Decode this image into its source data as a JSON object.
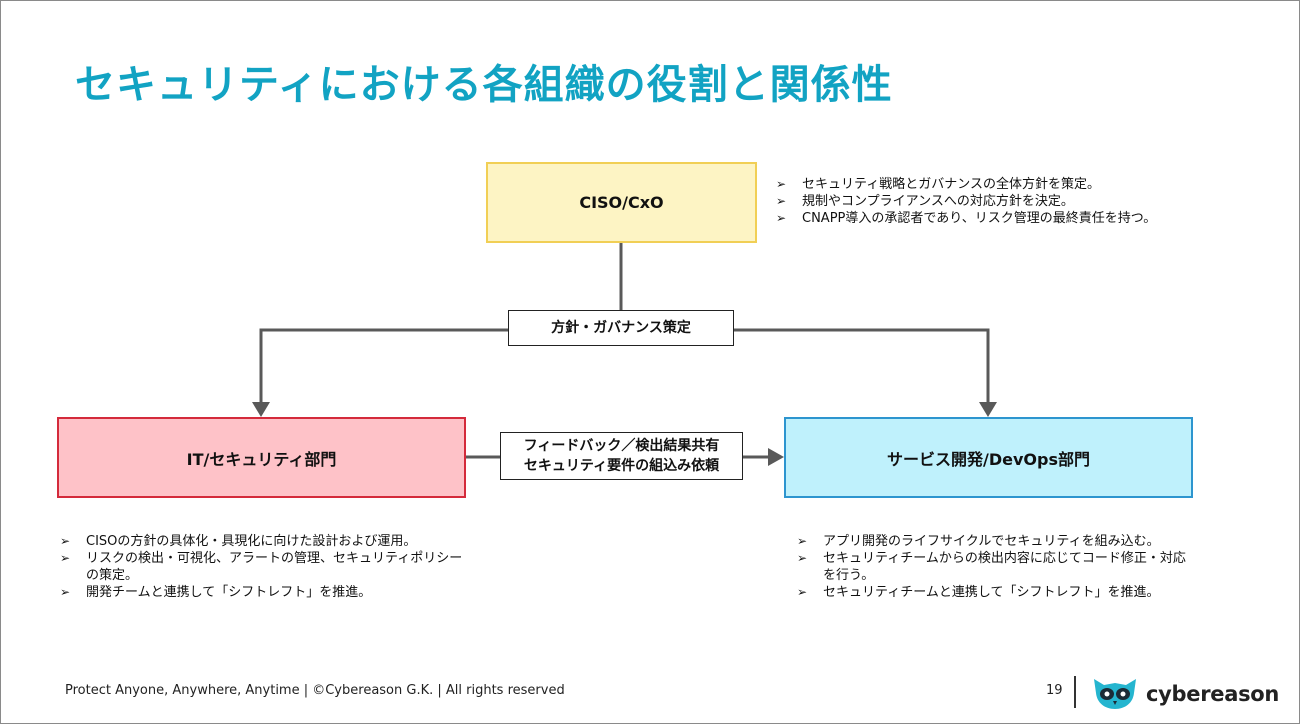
{
  "slide": {
    "title": "セキュリティにおける各組織の役割と関係性"
  },
  "diagram": {
    "ciso": {
      "label": "CISO/CxO",
      "notes": [
        "セキュリティ戦略とガバナンスの全体方針を策定。",
        "規制やコンプライアンスへの対応方針を決定。",
        "CNAPP導入の承認者であり、リスク管理の最終責任を持つ。"
      ]
    },
    "policy_label": "方針・ガバナンス策定",
    "it": {
      "label": "IT/セキュリティ部門",
      "notes": [
        "CISOの方針の具体化・具現化に向けた設計および運用。",
        "リスクの検出・可視化、アラートの管理、セキュリティポリシーの策定。",
        "開発チームと連携して「シフトレフト」を推進。"
      ]
    },
    "feedback_label": {
      "line1": "フィードバック／検出結果共有",
      "line2": "セキュリティ要件の組込み依頼"
    },
    "dev": {
      "label": "サービス開発/DevOps部門",
      "notes": [
        "アプリ開発のライフサイクルでセキュリティを組み込む。",
        "セキュリティチームからの検出内容に応じてコード修正・対応を行う。",
        "セキュリティチームと連携して「シフトレフト」を推進。"
      ]
    },
    "colors": {
      "ciso_fill": "#fdf4c4",
      "ciso_border": "#f1cf55",
      "it_fill": "#fec2c8",
      "it_border": "#d42a3b",
      "dev_fill": "#bff1fc",
      "dev_border": "#2d95cf",
      "connector": "#595959",
      "title": "#12a3c3"
    },
    "bullet_glyph": "➢"
  },
  "footer": {
    "tagline": "Protect Anyone, Anywhere, Anytime | ©Cybereason G.K. | All rights reserved",
    "page_number": "19",
    "logo_text": "cybereason",
    "logo_icon": "owl-logo-icon"
  }
}
